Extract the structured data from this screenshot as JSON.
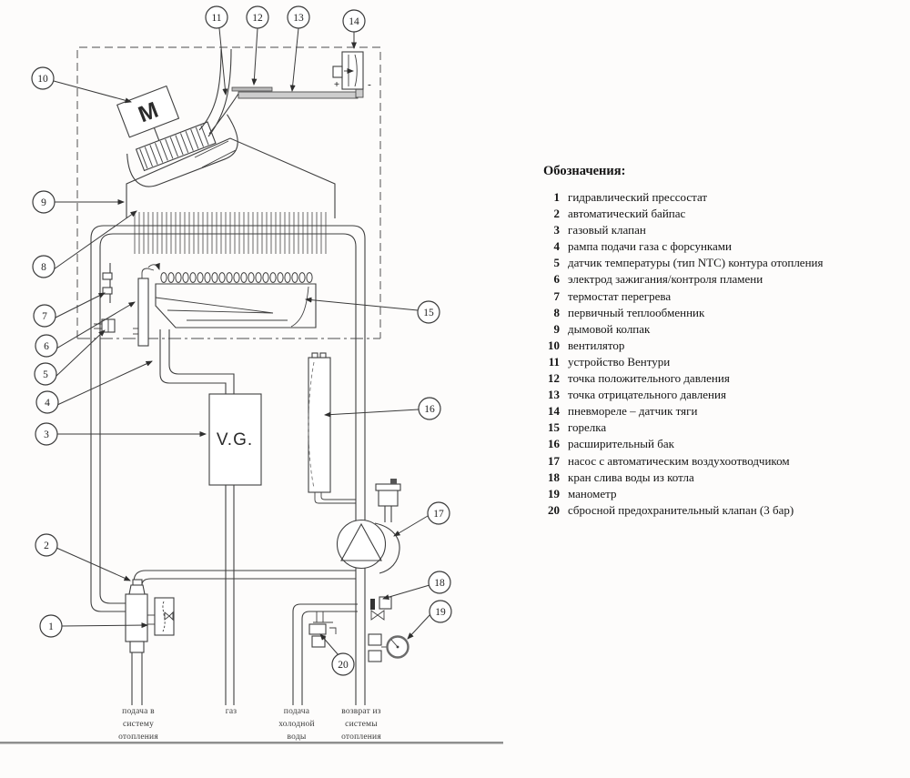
{
  "legend": {
    "title": "Обозначения:",
    "items": [
      {
        "num": "1",
        "label": "гидравлический прессостат"
      },
      {
        "num": "2",
        "label": "автоматический байпас"
      },
      {
        "num": "3",
        "label": "газовый клапан"
      },
      {
        "num": "4",
        "label": "рампа подачи газа с форсунками"
      },
      {
        "num": "5",
        "label": "датчик температуры (тип NTC) контура отопления"
      },
      {
        "num": "6",
        "label": "электрод зажигания/контроля пламени"
      },
      {
        "num": "7",
        "label": "термостат перегрева"
      },
      {
        "num": "8",
        "label": "первичный теплообменник"
      },
      {
        "num": "9",
        "label": "дымовой колпак"
      },
      {
        "num": "10",
        "label": "вентилятор"
      },
      {
        "num": "11",
        "label": "устройство Вентури"
      },
      {
        "num": "12",
        "label": "точка положительного давления"
      },
      {
        "num": "13",
        "label": "точка отрицательного давления"
      },
      {
        "num": "14",
        "label": "пневмореле – датчик тяги"
      },
      {
        "num": "15",
        "label": "горелка"
      },
      {
        "num": "16",
        "label": "расширительный бак"
      },
      {
        "num": "17",
        "label": "насос с автоматическим воздухоотводчиком"
      },
      {
        "num": "18",
        "label": "кран слива воды из котла"
      },
      {
        "num": "19",
        "label": "манометр"
      },
      {
        "num": "20",
        "label": "сбросной предохранительный клапан (3 бар)"
      }
    ]
  },
  "diagram": {
    "motor_label": "M",
    "gas_valve_label": "V.G.",
    "pressure_plus": "+",
    "pressure_minus": "-",
    "callouts": [
      "1",
      "2",
      "3",
      "4",
      "5",
      "6",
      "7",
      "8",
      "9",
      "10",
      "11",
      "12",
      "13",
      "14",
      "15",
      "16",
      "17",
      "18",
      "19",
      "20"
    ],
    "pipe_labels": {
      "heating_supply": [
        "подача в",
        "систему",
        "отопления"
      ],
      "gas": [
        "газ"
      ],
      "cold_water": [
        "подача",
        "холодной",
        "воды"
      ],
      "heating_return": [
        "возврат из",
        "системы",
        "отопления"
      ]
    }
  }
}
